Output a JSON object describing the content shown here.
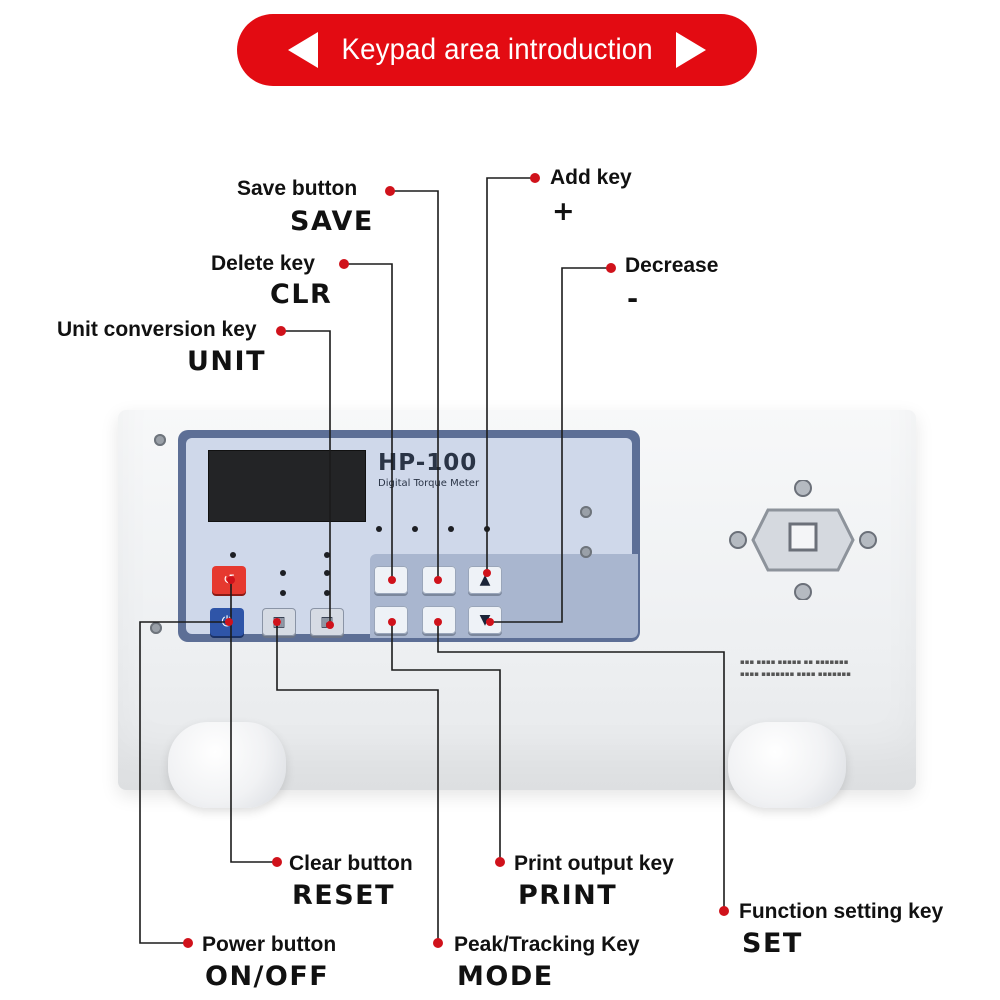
{
  "banner": {
    "title": "Keypad area introduction"
  },
  "device": {
    "model": "HP-100",
    "subtitle": "Digital Torque Meter"
  },
  "callouts": {
    "save": {
      "label": "Save button",
      "code": "SAVE"
    },
    "delete": {
      "label": "Delete key",
      "code": "CLR"
    },
    "unit": {
      "label": "Unit conversion key",
      "code": "UNIT"
    },
    "add": {
      "label": "Add key",
      "code": "+"
    },
    "decrease": {
      "label": "Decrease",
      "code": "-"
    },
    "clear": {
      "label": "Clear button",
      "code": "RESET"
    },
    "power": {
      "label": "Power button",
      "code": "ON/OFF"
    },
    "print": {
      "label": "Print output key",
      "code": "PRINT"
    },
    "peak": {
      "label": "Peak/Tracking Key",
      "code": "MODE"
    },
    "function": {
      "label": "Function setting key",
      "code": "SET"
    }
  },
  "colors": {
    "accent": "#e30b12",
    "dot": "#d0121b",
    "line": "#1b1b1b",
    "panel": "#5d6f96"
  }
}
